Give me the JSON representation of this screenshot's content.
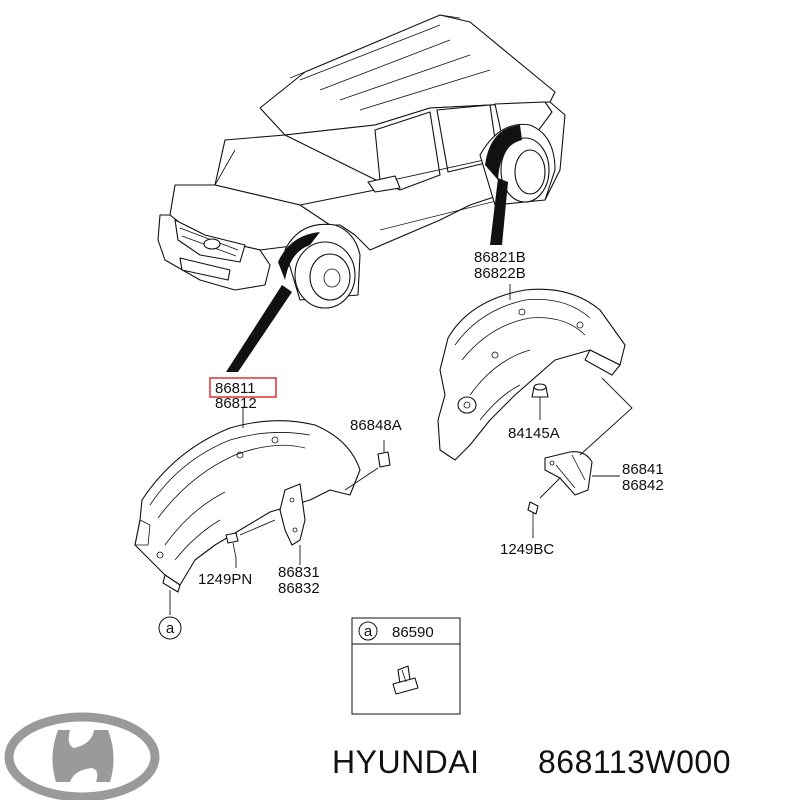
{
  "colors": {
    "highlight": "#e03030",
    "ink": "#111111",
    "logo": "#9a9a9a"
  },
  "icons": [
    "hyundai-logo",
    "fastener-clip-icon",
    "screw-icon",
    "nut-icon"
  ],
  "callouts": {
    "rear_guard": [
      "86821B",
      "86822B"
    ],
    "front_guard": [
      "86811",
      "86812"
    ],
    "front_clip": "86848A",
    "rear_nut": "84145A",
    "rear_flap": [
      "86841",
      "86842"
    ],
    "rear_screw": "1249BC",
    "front_screw": "1249PN",
    "front_flap": [
      "86831",
      "86832"
    ],
    "ref_a": "a"
  },
  "legend_box": {
    "ref": "a",
    "part_no": "86590"
  },
  "footer": {
    "brand": "HYUNDAI",
    "part_number": "868113W000"
  }
}
